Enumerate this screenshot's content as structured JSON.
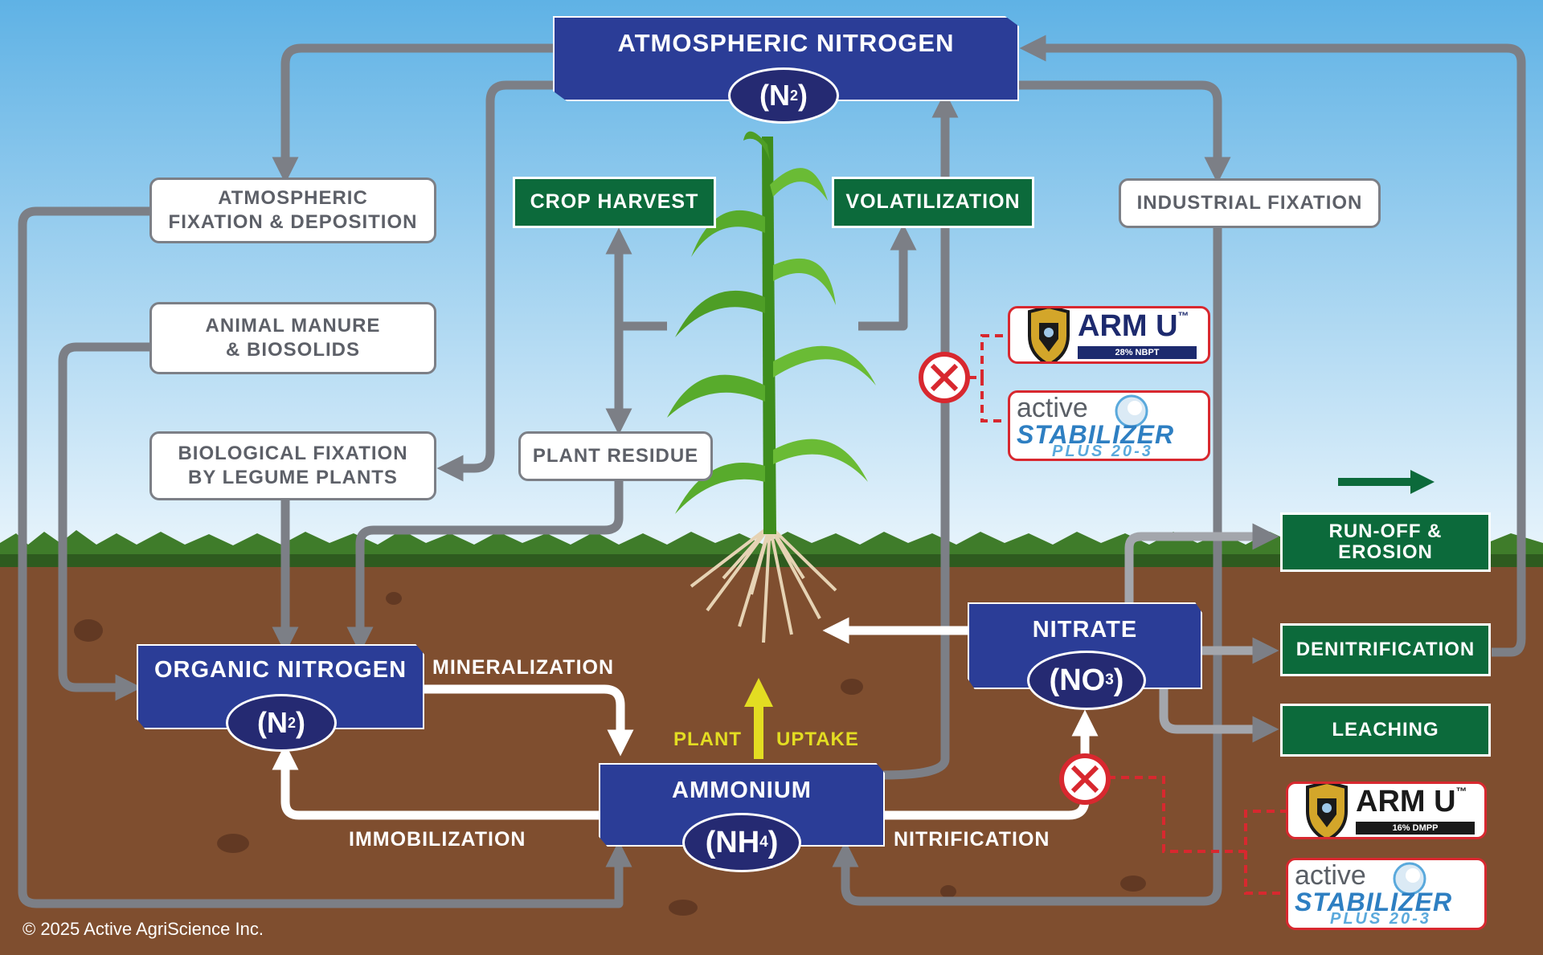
{
  "title": {
    "line1": "ATMOSPHERIC NITROGEN",
    "formula": "(N",
    "sub": "2",
    "close": ")"
  },
  "organic": {
    "title": "ORGANIC NITROGEN",
    "formula": "(N",
    "sub": "2",
    "close": ")"
  },
  "ammonium": {
    "title": "AMMONIUM",
    "formula": "(NH",
    "sub": "4",
    "close": ")"
  },
  "nitrate": {
    "title": "NITRATE",
    "formula": "(NO",
    "sub": "3",
    "close": ")"
  },
  "sources": {
    "atm_fixation": "ATMOSPHERIC\nFIXATION & DEPOSITION",
    "manure": "ANIMAL MANURE\n& BIOSOLIDS",
    "biological": "BIOLOGICAL FIXATION\nBY LEGUME PLANTS",
    "plant_residue": "PLANT RESIDUE",
    "industrial": "INDUSTRIAL FIXATION"
  },
  "outputs": {
    "crop_harvest": "CROP HARVEST",
    "volatilization": "VOLATILIZATION",
    "runoff": "RUN-OFF &\nEROSION",
    "denitrification": "DENITRIFICATION",
    "leaching": "LEACHING"
  },
  "processes": {
    "mineralization": "MINERALIZATION",
    "immobilization": "IMMOBILIZATION",
    "nitrification": "NITRIFICATION",
    "plant": "PLANT",
    "uptake": "UPTAKE"
  },
  "products": {
    "arm_u_top": {
      "name": "ARM U",
      "tm": "™",
      "sub": "28% NBPT"
    },
    "stab_top": {
      "line1": "active",
      "line2": "STABILIZER",
      "line3": "PLUS 20-3"
    },
    "arm_u_bottom": {
      "name": "ARM U",
      "tm": "™",
      "sub": "16% DMPP"
    },
    "stab_bottom": {
      "line1": "active",
      "line2": "STABILIZER",
      "line3": "PLUS 20-3"
    }
  },
  "copyright": "© 2025 Active AgriScience Inc.",
  "colors": {
    "sky_top": "#5fb2e5",
    "sky_bottom": "#eaf5fc",
    "soil": "#7f4e2f",
    "navy": "#2b3d97",
    "green": "#0c6a3b",
    "gray_arrow": "#7c7f86",
    "red": "#d8282f",
    "yellow": "#e3dd22"
  }
}
